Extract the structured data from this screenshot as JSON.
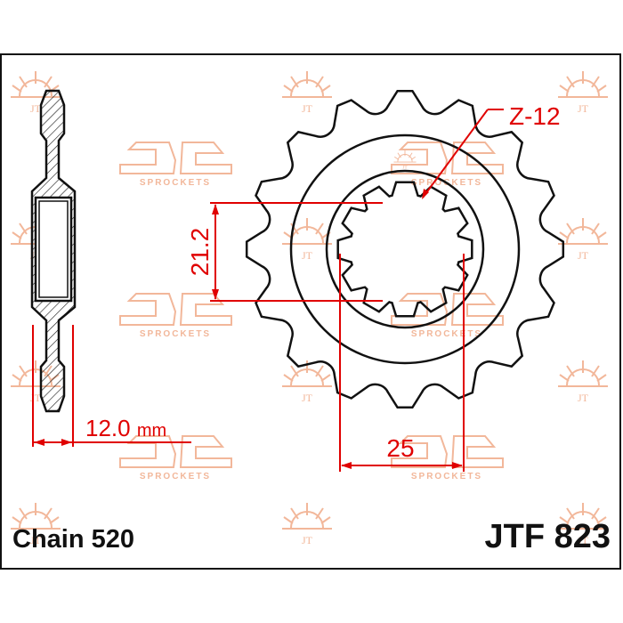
{
  "drawing": {
    "teeth_label": "Z-12",
    "spline_diameter": "21.2",
    "bore_width": "25",
    "thickness": "12.0",
    "thickness_unit": "mm",
    "chain_label": "Chain 520",
    "part_number": "JTF 823",
    "watermark_text": "SPROCKETS",
    "sprocket_teeth": 16,
    "spline_teeth": 12,
    "colors": {
      "outline": "#111111",
      "dimension": "#e00000",
      "watermark": "#f2b79a"
    }
  }
}
